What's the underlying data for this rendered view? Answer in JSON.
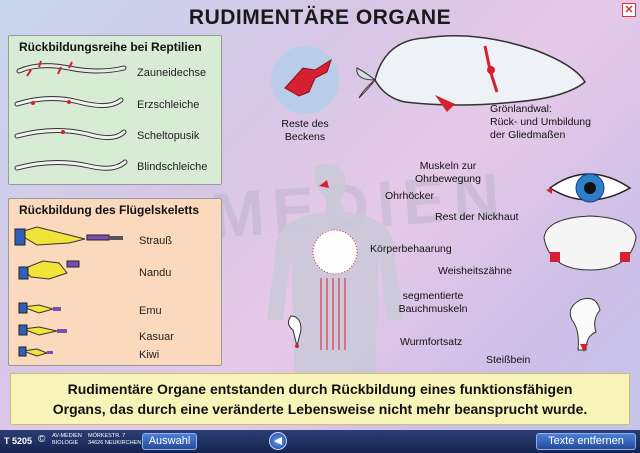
{
  "title": "RUDIMENTÄRE ORGANE",
  "watermark": "AV - MEDIEN",
  "reptiles": {
    "heading": "Rückbildungsreihe bei Reptilien",
    "items": [
      "Zauneidechse",
      "Erzschleiche",
      "Scheltopusik",
      "Blindschleiche"
    ]
  },
  "birds": {
    "heading": "Rückbildung des Flügelskeletts",
    "items": [
      "Strauß",
      "Nandu",
      "Emu",
      "Kasuar",
      "Kiwi"
    ]
  },
  "whale": {
    "pelvis_label": "Reste des Beckens",
    "whale_label_1": "Grönlandwal:",
    "whale_label_2": "Rück- und Umbildung",
    "whale_label_3": "der Gliedmaßen"
  },
  "human": {
    "ear_muscles": "Muskeln zur Ohrbewegung",
    "ear_bump": "Ohrhöcker",
    "nictitating": "Rest der Nickhaut",
    "body_hair": "Körperbehaarung",
    "wisdom_teeth": "Weisheitszähne",
    "abdominal": "segmentierte Bauchmuskeln",
    "appendix": "Wurmfortsatz",
    "coccyx": "Steißbein"
  },
  "caption": {
    "line1": "Rudimentäre Organe entstanden durch Rückbildung eines funktionsfähigen",
    "line2": "Organs, das durch eine veränderte Lebensweise nicht mehr beansprucht wurde."
  },
  "footer": {
    "code": "T 5205",
    "copyright": "©",
    "publisher_1": "AV-MEDIEN",
    "publisher_2": "BIOLOGIE",
    "address_1": "MÖRKESTR. 7",
    "address_2": "34626 NEUKIRCHEN",
    "select_button": "Auswahl",
    "remove_text_button": "Texte entfernen"
  },
  "colors": {
    "accent_red": "#d42030",
    "panel_green": "#d8ecd5",
    "panel_orange": "#fbd9bd",
    "caption_bg": "#f7f3b9",
    "footer_bg": "#1f3166"
  }
}
